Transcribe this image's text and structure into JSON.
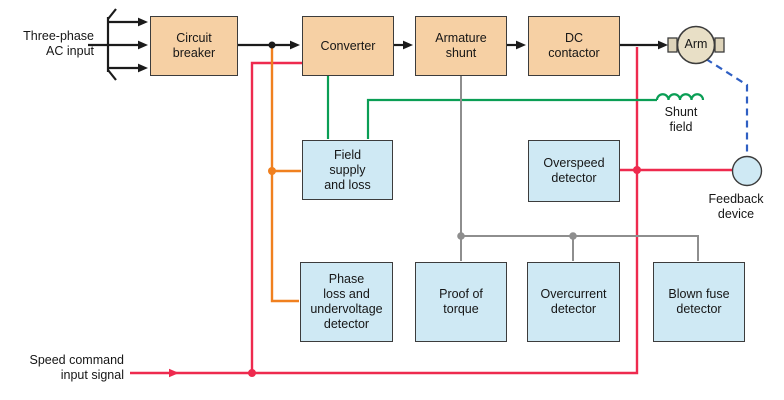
{
  "palette": {
    "bg": "#ffffff",
    "text": "#161616",
    "line-black": "#1b1b1b",
    "line-red": "#ee2a4e",
    "line-orange": "#f0801f",
    "line-green": "#0a9e55",
    "line-gray": "#8e8e8e",
    "line-blue": "#2f5fc3",
    "power-box-fill": "#f6d0a4",
    "detector-box-fill": "#cfe9f4",
    "motor-fill": "#e8dfc6",
    "motor-tab-fill": "#ded4ba",
    "box-border": "#3c3c3c"
  },
  "nodes": {
    "circuit_breaker": {
      "label": "Circuit\nbreaker"
    },
    "converter": {
      "label": "Converter"
    },
    "armature_shunt": {
      "label": "Armature\nshunt"
    },
    "dc_contactor": {
      "label": "DC\ncontactor"
    },
    "field_supply": {
      "label": "Field\nsupply\nand loss"
    },
    "overspeed": {
      "label": "Overspeed\ndetector"
    },
    "phase_loss": {
      "label": "Phase\nloss and\nundervoltage\ndetector"
    },
    "proof_torque": {
      "label": "Proof of\ntorque"
    },
    "overcurrent": {
      "label": "Overcurrent\ndetector"
    },
    "blown_fuse": {
      "label": "Blown fuse\ndetector"
    },
    "armature": {
      "label": "Arm"
    }
  },
  "labels": {
    "ac_input": "Three-phase\nAC input",
    "speed_command": "Speed command\ninput signal",
    "shunt_field": "Shunt\nfield",
    "feedback_device": "Feedback\ndevice"
  }
}
